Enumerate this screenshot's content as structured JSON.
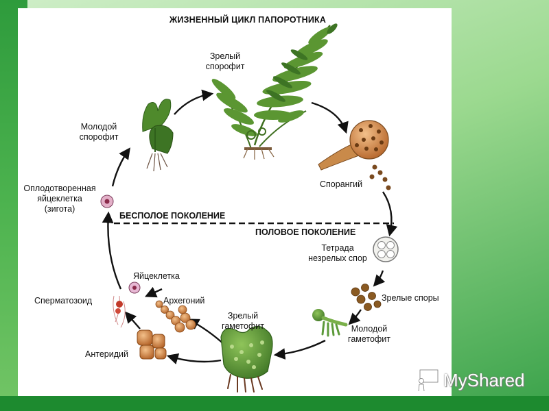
{
  "title": "ЖИЗНЕННЫЙ ЦИКЛ ПАПОРОТНИКА",
  "generations": {
    "asexual": "БЕСПОЛОЕ ПОКОЛЕНИЕ",
    "sexual": "ПОЛОВОЕ ПОКОЛЕНИЕ"
  },
  "stages": {
    "mature_sporophyte": [
      "Зрелый",
      "спорофит"
    ],
    "sporangium": [
      "Спорангий"
    ],
    "tetrad": [
      "Тетрада",
      "незрелых спор"
    ],
    "mature_spores": [
      "Зрелые споры"
    ],
    "young_gametophyte": [
      "Молодой",
      "гаметофит"
    ],
    "mature_gametophyte": [
      "Зрелый",
      "гаметофит"
    ],
    "archegonium": [
      "Архегоний"
    ],
    "egg_cell": [
      "Яйцеклетка"
    ],
    "sperm": [
      "Сперматозоид"
    ],
    "antheridium": [
      "Антеридий"
    ],
    "zygote": [
      "Оплодотворенная",
      "яйцеклетка",
      "(зигота)"
    ],
    "young_sporophyte": [
      "Молодой",
      "спорофит"
    ]
  },
  "watermark": {
    "text": "MyShared",
    "icon": "chalkboard-person-icon"
  },
  "colors": {
    "fern_green": "#4f8a2c",
    "leaf_dark": "#2f6b1f",
    "cell_orange": "#c77a36",
    "arrow": "#111111",
    "slide_green": "#2e9b3c"
  }
}
